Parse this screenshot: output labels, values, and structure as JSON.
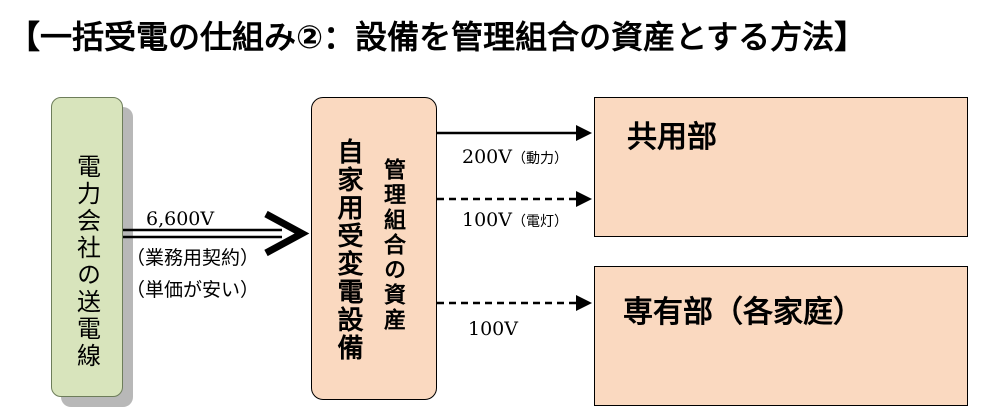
{
  "title": "【一括受電の仕組み②：設備を管理組合の資産とする方法】",
  "source": {
    "label": "電力会社の送電線"
  },
  "incoming": {
    "voltage": "6,600V",
    "contract": "（業務用契約）",
    "price_note": "（単価が安い）"
  },
  "center": {
    "main_label": "自家用受変電設備",
    "sub_label": "管理組合の資産"
  },
  "outputs": [
    {
      "voltage": "200V",
      "note": "（動力）"
    },
    {
      "voltage": "100V",
      "note": "（電灯）"
    },
    {
      "voltage": "100V",
      "note": ""
    }
  ],
  "destinations": {
    "common": "共用部",
    "private": "専有部（各家庭）"
  }
}
